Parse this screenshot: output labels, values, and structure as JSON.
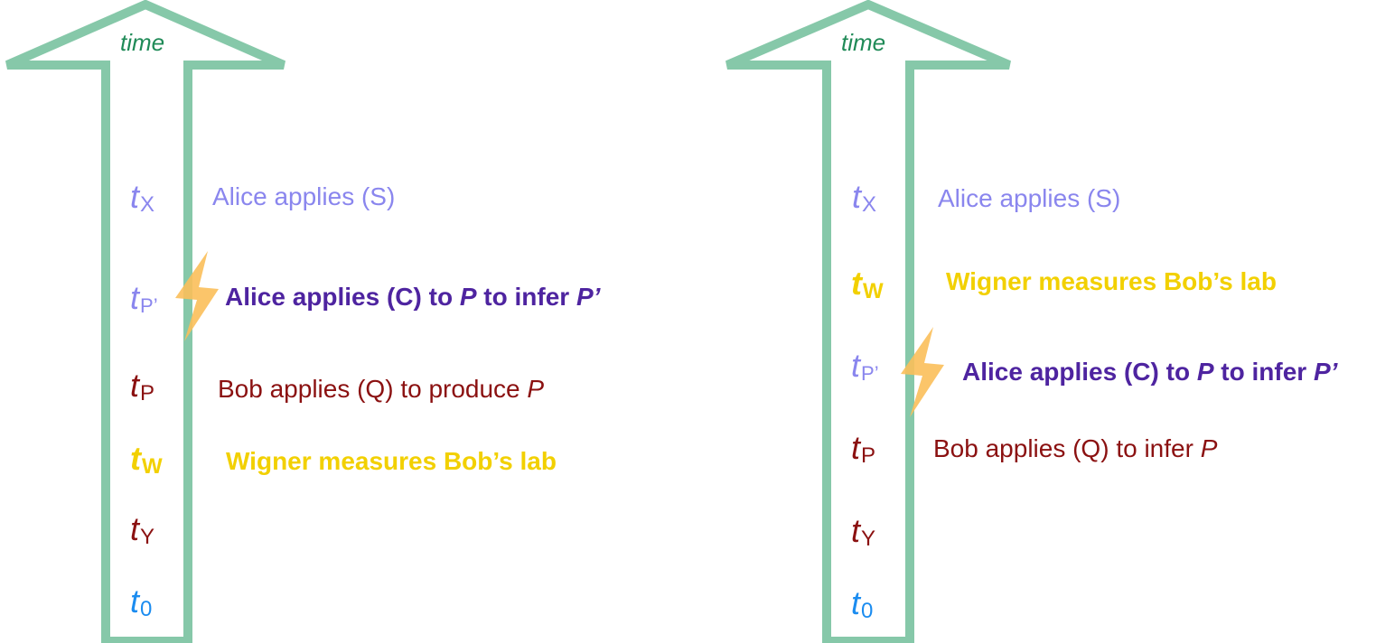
{
  "colors": {
    "arrow": "#86c8a9",
    "time": "#1f8a57",
    "alice": "#8a86ee",
    "alice_strong": "#4e24a0",
    "bob": "#8b1111",
    "wigner": "#f2d000",
    "zero": "#1b8cf0",
    "bolt": "#fbbf5a"
  },
  "left": {
    "time": "time",
    "labels": {
      "tX": {
        "t": "t",
        "sub": "X"
      },
      "tP_prime": {
        "t": "t",
        "sub": "P’"
      },
      "tP": {
        "t": "t",
        "sub": "P"
      },
      "tW": {
        "t": "t",
        "sub": "W"
      },
      "tY": {
        "t": "t",
        "sub": "Y"
      },
      "t0": {
        "t": "t",
        "sub": "0"
      }
    },
    "events": {
      "alice_s": "Alice applies (S)",
      "alice_c": {
        "pre": "Alice applies (C) to ",
        "p": "P",
        "mid": " to infer ",
        "pp": "P’"
      },
      "bob_q": {
        "pre": "Bob applies (Q) to produce ",
        "p": "P"
      },
      "wigner": "Wigner measures Bob’s lab"
    }
  },
  "right": {
    "time": "time",
    "labels": {
      "tX": {
        "t": "t",
        "sub": "X"
      },
      "tW": {
        "t": "t",
        "sub": "W"
      },
      "tP_prime": {
        "t": "t",
        "sub": "P’"
      },
      "tP": {
        "t": "t",
        "sub": "P"
      },
      "tY": {
        "t": "t",
        "sub": "Y"
      },
      "t0": {
        "t": "t",
        "sub": "0"
      }
    },
    "events": {
      "alice_s": "Alice applies (S)",
      "wigner": "Wigner measures Bob’s lab",
      "alice_c": {
        "pre": "Alice applies (C) to ",
        "p": "P",
        "mid": " to infer ",
        "pp": "P’"
      },
      "bob_q": {
        "pre": "Bob applies (Q) to infer ",
        "p": "P"
      }
    }
  }
}
